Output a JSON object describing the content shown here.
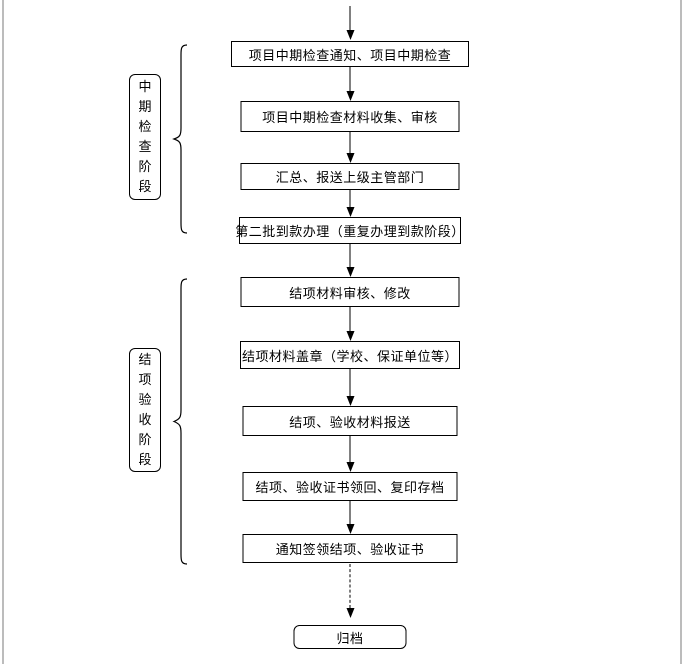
{
  "diagram": {
    "title": "project midterm-check and closure-acceptance flowchart",
    "colors": {
      "line": "#000000",
      "background": "#ffffff",
      "page_edge": "#bcbcbc"
    },
    "stage_labels": [
      {
        "text": "中期检查阶段"
      },
      {
        "text": "结项验收阶段"
      }
    ],
    "nodes": [
      {
        "text": "项目中期检查通知、项目中期检查"
      },
      {
        "text": "项目中期检查材料收集、审核"
      },
      {
        "text": "汇总、报送上级主管部门"
      },
      {
        "text": "第二批到款办理（重复办理到款阶段）"
      },
      {
        "text": "结项材料审核、修改"
      },
      {
        "text": "结项材料盖章（学校、保证单位等）"
      },
      {
        "text": "结项、验收材料报送"
      },
      {
        "text": "结项、验收证书领回、复印存档"
      },
      {
        "text": "通知签领结项、验收证书"
      },
      {
        "text": "归档"
      }
    ]
  }
}
